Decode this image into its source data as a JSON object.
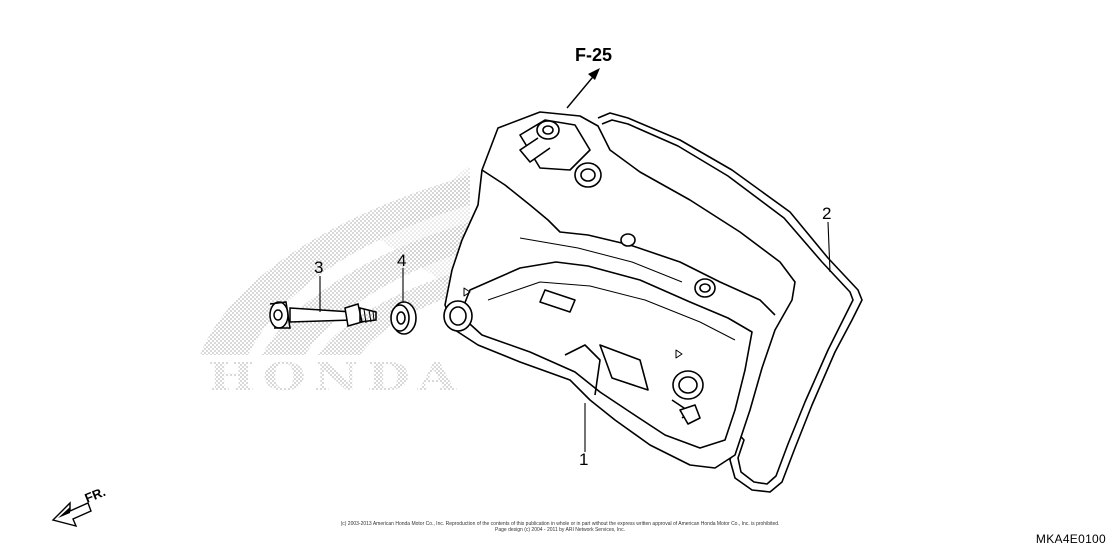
{
  "diagram": {
    "reference_arrow": "F-25",
    "parts": [
      {
        "ref": "1"
      },
      {
        "ref": "2"
      },
      {
        "ref": "3"
      },
      {
        "ref": "4"
      }
    ],
    "watermark_logo": "HONDA",
    "direction_label": "FR.",
    "copyright_line_1": "(c) 2003-2013 American Honda Motor Co., Inc. Reproduction of the contents of this publication in whole or in part without the express written approval of American Honda Motor Co., Inc. is prohibited.",
    "copyright_line_2": "Page design (c) 2004 - 2011 by ARI Network Services, Inc.",
    "diagram_code": "MKA4E0100",
    "colors": {
      "line": "#000000",
      "watermark": "#bdbdbd",
      "background": "#ffffff"
    }
  }
}
